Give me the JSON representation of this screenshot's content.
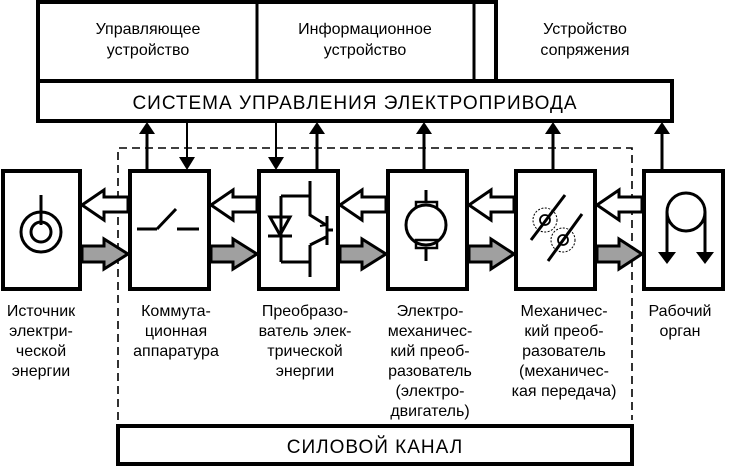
{
  "control_system": {
    "title": "СИСТЕМА  УПРАВЛЕНИЯ  ЭЛЕКТРОПРИВОДА",
    "devices": [
      {
        "line1": "Управляющее",
        "line2": "устройство"
      },
      {
        "line1": "Информационное",
        "line2": "устройство"
      },
      {
        "line1": "Устройство",
        "line2": "сопряжения"
      }
    ]
  },
  "power_channel": {
    "title": "СИЛОВОЙ  КАНАЛ"
  },
  "blocks": [
    {
      "id": "source",
      "icon": "energy-source-icon",
      "caption": [
        "Источник",
        "электри-",
        "ческой",
        "энергии"
      ]
    },
    {
      "id": "switchgear",
      "icon": "switch-icon",
      "caption": [
        "Коммута-",
        "ционная",
        "аппаратура"
      ]
    },
    {
      "id": "converter",
      "icon": "transistor-diode-icon",
      "caption": [
        "Преобразо-",
        "ватель элек-",
        "трической",
        "энергии"
      ]
    },
    {
      "id": "motor",
      "icon": "motor-icon",
      "caption": [
        "Электро-",
        "механичес-",
        "кий преоб-",
        "разователь",
        "(электро-",
        "двигатель)"
      ]
    },
    {
      "id": "transmission",
      "icon": "gears-icon",
      "caption": [
        "Механичес-",
        "кий преоб-",
        "разователь",
        "(механичес-",
        "кая передача)"
      ]
    },
    {
      "id": "working-body",
      "icon": "pulley-icon",
      "caption": [
        "Рабочий",
        "орган"
      ]
    }
  ],
  "colors": {
    "energy_flow": "#a0a0a0",
    "line": "#000000",
    "background": "#ffffff"
  }
}
